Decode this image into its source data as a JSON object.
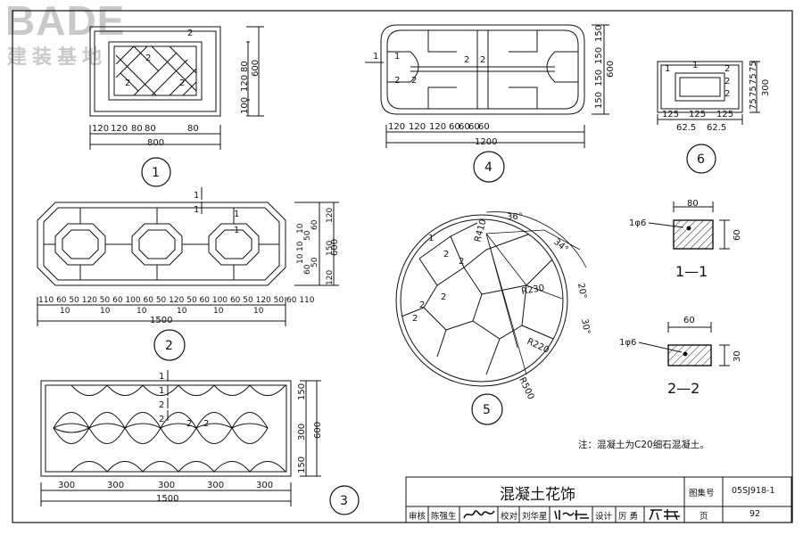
{
  "logo": {
    "main": "BADE",
    "sub": "建装基地"
  },
  "titleblock": {
    "title": "混凝土花饰",
    "atlas_label": "图集号",
    "atlas_no": "05SJ918-1",
    "reviewer_label": "审核",
    "reviewer": "陈强生",
    "checker_label": "校对",
    "checker": "刘华星",
    "designer_label": "设计",
    "designer": "厉 勇",
    "page_label": "页",
    "page_no": "92"
  },
  "note": "注：混凝土为C20细石混凝土。",
  "figures": {
    "f1": {
      "label": "1",
      "dims_bottom": [
        "120",
        "120",
        "80",
        "80",
        "80"
      ],
      "total": "800",
      "dims_right": [
        "100",
        "120",
        "80"
      ],
      "height": "600"
    },
    "f2": {
      "label": "2",
      "dims_bottom": [
        "110",
        "60",
        "50",
        "120",
        "50",
        "60",
        "100",
        "60",
        "50",
        "120",
        "50",
        "60",
        "100",
        "60",
        "50",
        "120",
        "50",
        "60",
        "110"
      ],
      "sub10": [
        "10",
        "10",
        "10",
        "10",
        "10",
        "10"
      ],
      "total": "1500",
      "dims_right": [
        "120",
        "10",
        "60",
        "50",
        "10",
        "150",
        "10",
        "60",
        "50",
        "120"
      ],
      "height": "600"
    },
    "f3": {
      "label": "3",
      "dims_bottom": [
        "300",
        "300",
        "300",
        "300",
        "300"
      ],
      "total": "1500",
      "dims_right": [
        "150",
        "300",
        "150"
      ],
      "height": "600"
    },
    "f4": {
      "label": "4",
      "dims_bottom": [
        "120",
        "120",
        "120",
        "60",
        "60",
        "60",
        "60"
      ],
      "total": "1200",
      "dims_right": [
        "150",
        "150",
        "150",
        "150"
      ],
      "height": "600"
    },
    "f5": {
      "label": "5",
      "angles": [
        "36°",
        "34°",
        "20°",
        "30°"
      ],
      "radii": [
        "R410",
        "R230",
        "R220",
        "R500"
      ]
    },
    "f6": {
      "label": "6",
      "dims_bottom": [
        "125",
        "125",
        "125"
      ],
      "sub": [
        "62.5",
        "62.5"
      ],
      "dims_right": [
        "75",
        "75",
        "75",
        "75"
      ],
      "height": "300"
    }
  },
  "sections": {
    "s11": {
      "label": "1—1",
      "width": "80",
      "height": "60",
      "rebar": "1φ6"
    },
    "s22": {
      "label": "2—2",
      "width": "60",
      "height": "30",
      "rebar": "1φ6"
    }
  },
  "cut_marks": {
    "one": "1",
    "two": "2"
  }
}
